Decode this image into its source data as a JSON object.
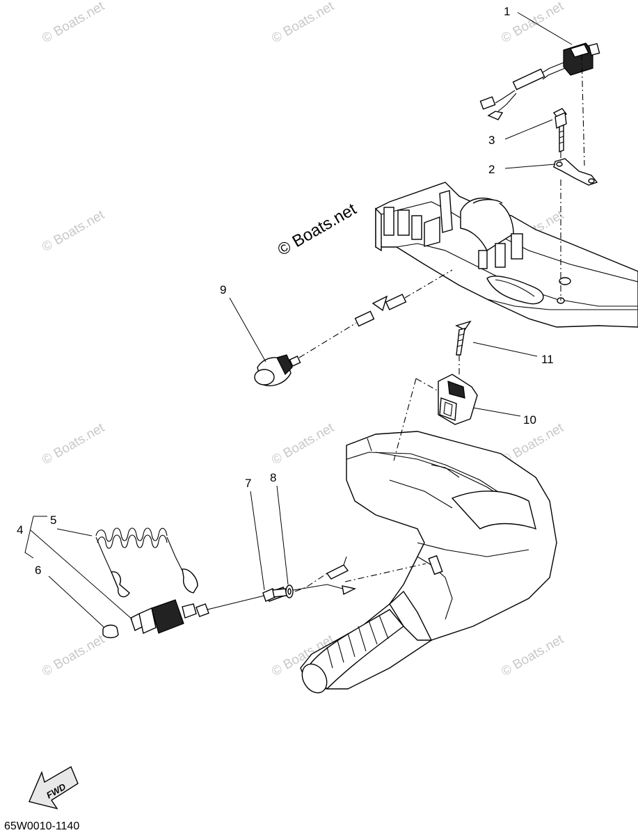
{
  "watermark": {
    "text": "© Boats.net",
    "main_text": "© Boats.net"
  },
  "callouts": [
    {
      "id": "1",
      "label": "1"
    },
    {
      "id": "2",
      "label": "2"
    },
    {
      "id": "3",
      "label": "3"
    },
    {
      "id": "4",
      "label": "4"
    },
    {
      "id": "5",
      "label": "5"
    },
    {
      "id": "6",
      "label": "6"
    },
    {
      "id": "7",
      "label": "7"
    },
    {
      "id": "8",
      "label": "8"
    },
    {
      "id": "9",
      "label": "9"
    },
    {
      "id": "10",
      "label": "10"
    },
    {
      "id": "11",
      "label": "11"
    }
  ],
  "direction_arrow": {
    "label": "FWD"
  },
  "diagram_code": "65W0010-1140"
}
